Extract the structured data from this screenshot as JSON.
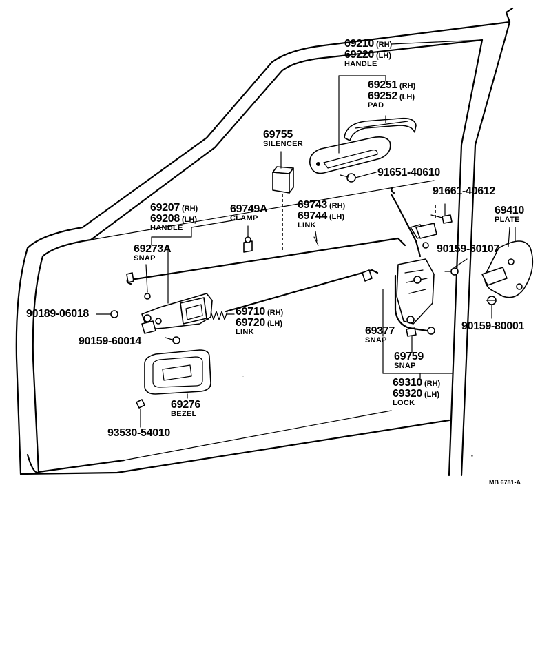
{
  "parts": {
    "handle_outer": {
      "pn_rh": "69210",
      "sfx_rh": "(RH)",
      "pn_lh": "69220",
      "sfx_lh": "(LH)",
      "name": "HANDLE"
    },
    "pad": {
      "pn_rh": "69251",
      "sfx_rh": "(RH)",
      "pn_lh": "69252",
      "sfx_lh": "(LH)",
      "name": "PAD"
    },
    "silencer": {
      "pn": "69755",
      "name": "SILENCER"
    },
    "screw_1": {
      "pn": "91651-40610"
    },
    "screw_2": {
      "pn": "91661-40612"
    },
    "plate": {
      "pn": "69410",
      "name": "PLATE"
    },
    "handle_inner": {
      "pn_rh": "69207",
      "sfx_rh": "(RH)",
      "pn_lh": "69208",
      "sfx_lh": "(LH)",
      "name": "HANDLE"
    },
    "clamp": {
      "pn": "69749A",
      "name": "CLAMP"
    },
    "link_upper": {
      "pn_rh": "69743",
      "sfx_rh": "(RH)",
      "pn_lh": "69744",
      "sfx_lh": "(LH)",
      "name": "LINK"
    },
    "snap_1": {
      "pn": "69273A",
      "name": "SNAP"
    },
    "screw_3": {
      "pn": "90159-60107"
    },
    "screw_4": {
      "pn": "90189-06018"
    },
    "link_lower": {
      "pn_rh": "69710",
      "sfx_rh": "(RH)",
      "pn_lh": "69720",
      "sfx_lh": "(LH)",
      "name": "LINK"
    },
    "snap_2": {
      "pn": "69377",
      "name": "SNAP"
    },
    "screw_5": {
      "pn": "90159-80001"
    },
    "screw_6": {
      "pn": "90159-60014"
    },
    "snap_3": {
      "pn": "69759",
      "name": "SNAP"
    },
    "lock": {
      "pn_rh": "69310",
      "sfx_rh": "(RH)",
      "pn_lh": "69320",
      "sfx_lh": "(LH)",
      "name": "LOCK"
    },
    "bezel": {
      "pn": "69276",
      "name": "BEZEL"
    },
    "screw_7": {
      "pn": "93530-54010"
    }
  },
  "drawing_code": "MB  6781-A"
}
